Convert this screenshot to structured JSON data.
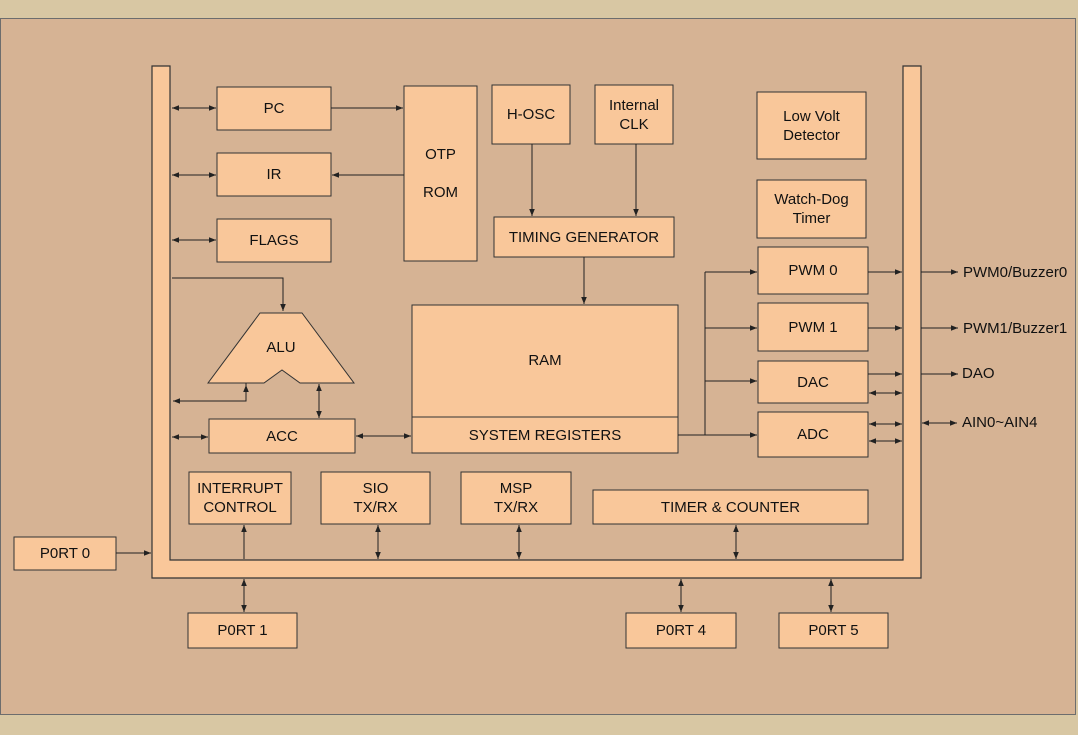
{
  "blocks": {
    "pc": "PC",
    "ir": "IR",
    "flags": "FLAGS",
    "otp_rom": "OTP\n\nROM",
    "hosc": "H-OSC",
    "internal_clk": "Internal\nCLK",
    "low_volt": "Low Volt\nDetector",
    "watchdog": "Watch-Dog\nTimer",
    "timing_gen": "TIMING GENERATOR",
    "alu": "ALU",
    "ram": "RAM",
    "sys_regs": "SYSTEM REGISTERS",
    "acc": "ACC",
    "pwm0": "PWM 0",
    "pwm1": "PWM 1",
    "dac": "DAC",
    "adc": "ADC",
    "interrupt": "INTERRUPT\nCONTROL",
    "sio": "SIO\nTX/RX",
    "msp": "MSP\nTX/RX",
    "timer": "TIMER & COUNTER",
    "port0": "P0RT 0",
    "port1": "P0RT 1",
    "port4": "P0RT 4",
    "port5": "P0RT 5"
  },
  "external": {
    "pwm0_out": "PWM0/Buzzer0",
    "pwm1_out": "PWM1/Buzzer1",
    "dao_out": "DAO",
    "ain": "AIN0~AIN4"
  },
  "colors": {
    "background": "#d6b394",
    "block_fill": "#f9c79a",
    "outer_frame": "#d8c7a3"
  }
}
